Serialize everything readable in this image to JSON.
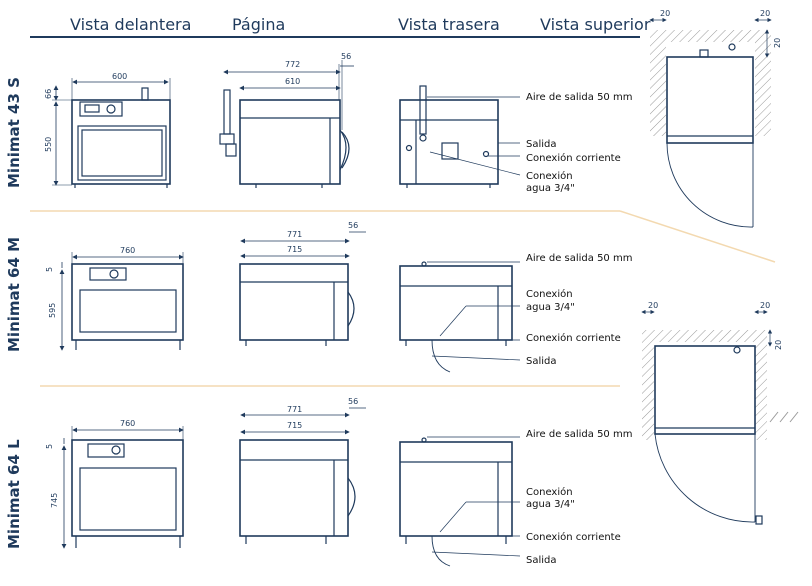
{
  "headers": {
    "front": "Vista delantera",
    "side": "Página",
    "rear": "Vista trasera",
    "top": "Vista superior"
  },
  "models": [
    {
      "name": "Minimat 43 S",
      "front": {
        "width": "600",
        "top_gap": "66",
        "height": "550"
      },
      "side": {
        "depth_total": "772",
        "depth_body": "610",
        "handle": "56"
      },
      "rear_labels": {
        "air": "Aire de salida 50 mm",
        "outlet": "Salida",
        "power": "Conexión corriente",
        "water1": "Conexión",
        "water2": "agua 3/4\""
      }
    },
    {
      "name": "Minimat 64 M",
      "front": {
        "width": "760",
        "top_gap": "5",
        "height": "595"
      },
      "side": {
        "depth_total": "771",
        "depth_body": "715",
        "handle": "56"
      },
      "rear_labels": {
        "air": "Aire de salida 50 mm",
        "water1": "Conexión",
        "water2": "agua 3/4\"",
        "power": "Conexión corriente",
        "outlet": "Salida"
      }
    },
    {
      "name": "Minimat 64 L",
      "front": {
        "width": "760",
        "top_gap": "5",
        "height": "745"
      },
      "side": {
        "depth_total": "771",
        "depth_body": "715",
        "handle": "56"
      },
      "rear_labels": {
        "air": "Aire de salida 50 mm",
        "water1": "Conexión",
        "water2": "agua 3/4\"",
        "power": "Conexión corriente",
        "outlet": "Salida"
      }
    }
  ],
  "top_views": [
    {
      "left": "20",
      "right": "20",
      "back": "20"
    },
    {
      "left": "20",
      "right": "20",
      "back": "20"
    }
  ],
  "colors": {
    "line": "#1f3a5c",
    "divider": "#f3d9b0",
    "hatch": "#9a9a9a"
  }
}
